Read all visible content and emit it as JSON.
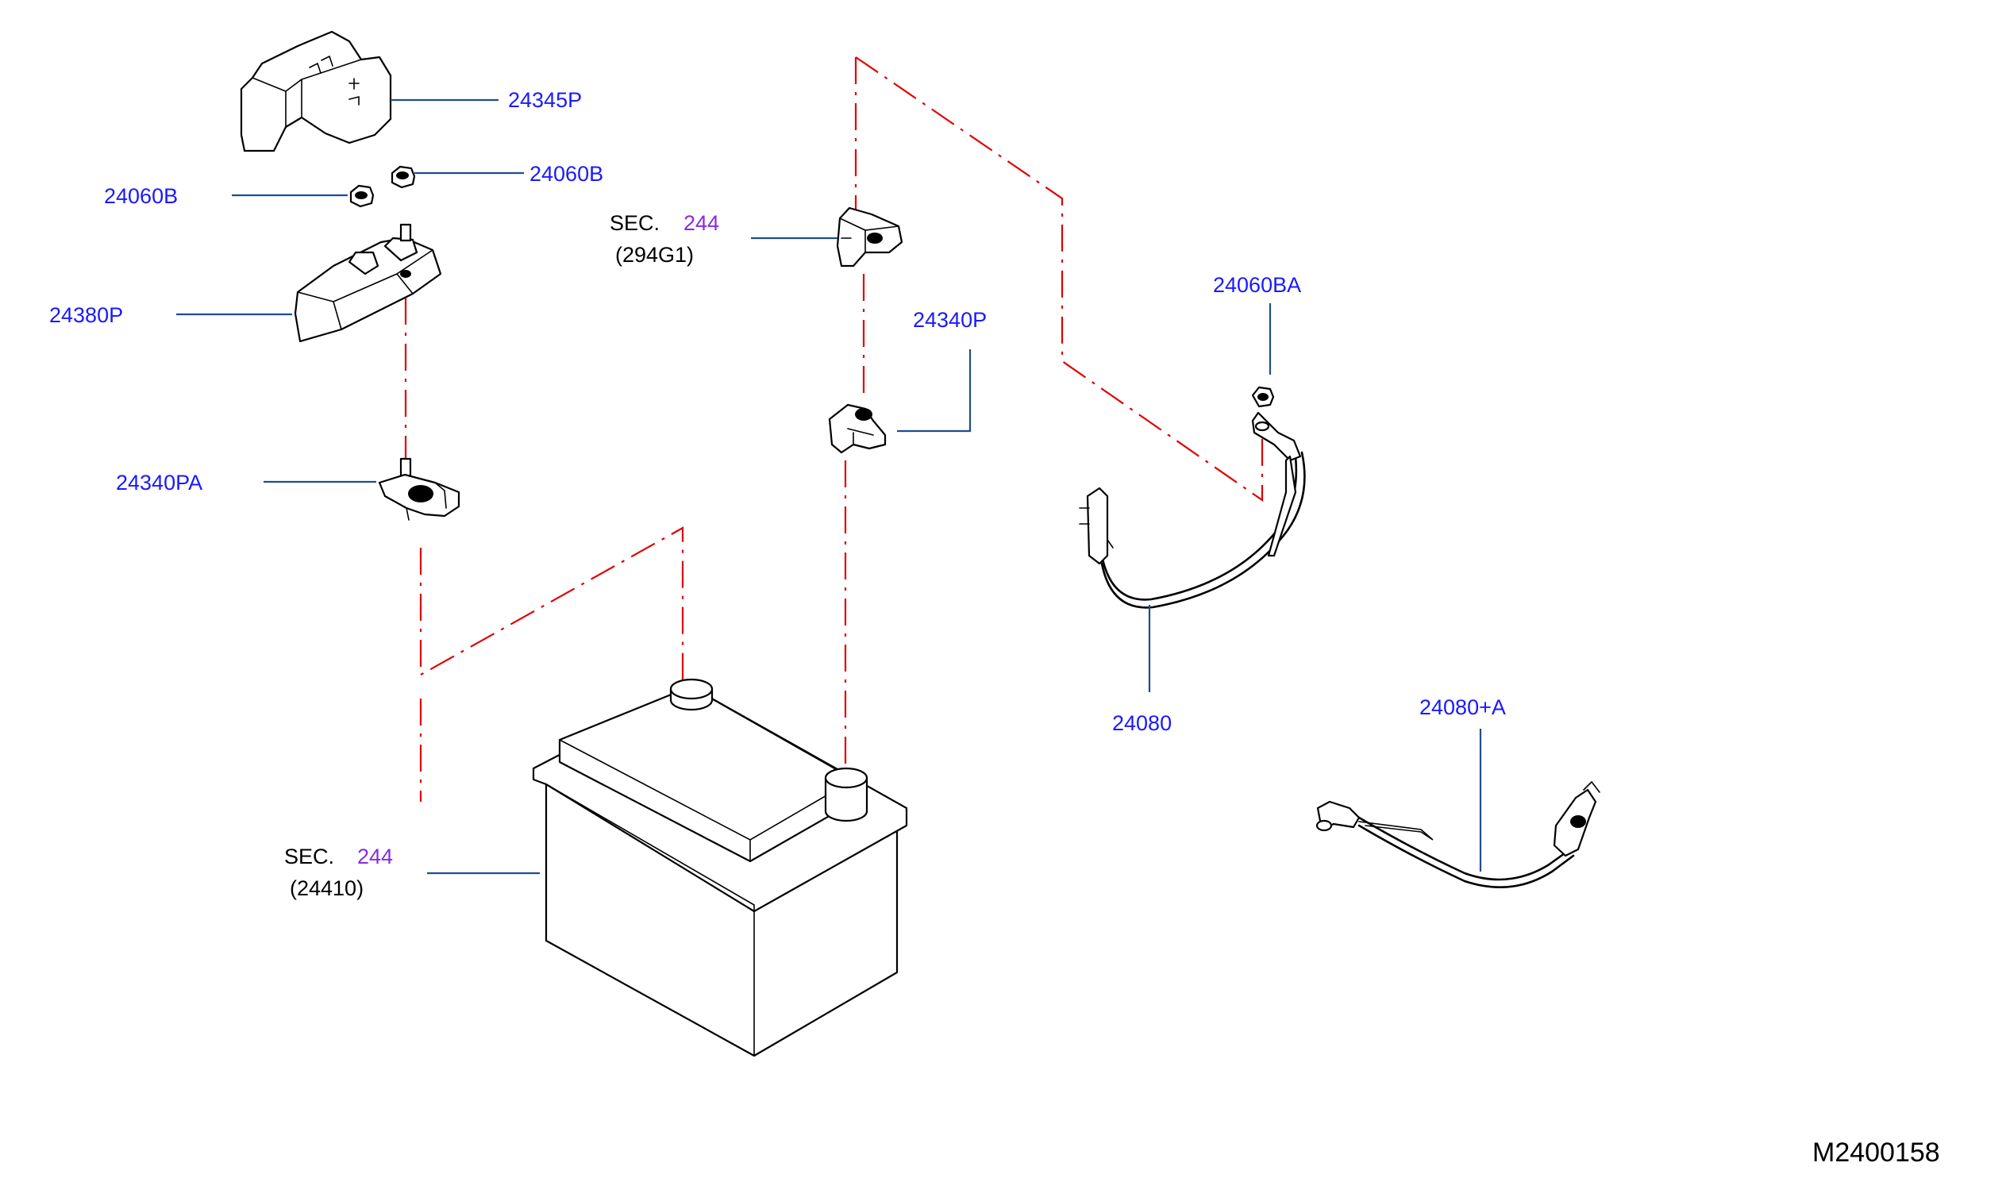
{
  "diagram_code": "M2400158",
  "parts": {
    "terminal_cover": "24345P",
    "nut_right": "24060B",
    "nut_left": "24060B",
    "fusible_link_holder": "24380P",
    "positive_terminal": "24340PA",
    "negative_terminal": "24340P",
    "cable_nut": "24060BA",
    "battery_cable": "24080",
    "battery_cable_alt": "24080+A"
  },
  "section_refs": {
    "sensor": {
      "prefix": "SEC.",
      "number": "244",
      "code": "(294G1)"
    },
    "battery": {
      "prefix": "SEC.",
      "number": "244",
      "code": "(24410)"
    }
  },
  "colors": {
    "part_number": "#1a1aff",
    "section_number": "#8a2be2",
    "leader_line": "#1f4e8c",
    "phantom_line": "#e00000"
  }
}
